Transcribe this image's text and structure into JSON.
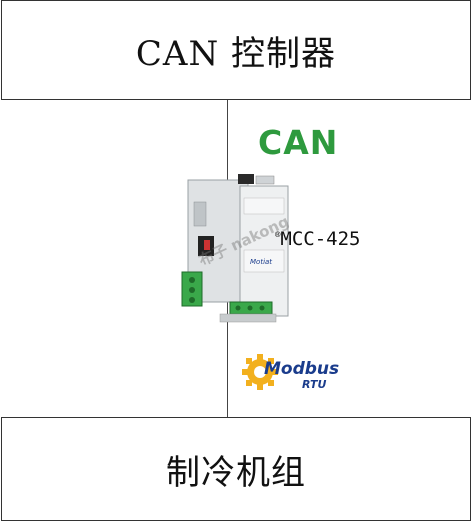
{
  "top_box": {
    "title": "CAN 控制器"
  },
  "bottom_box": {
    "title": "制冷机组"
  },
  "can_logo": {
    "text": "CAN"
  },
  "device": {
    "model": "MCC-425",
    "watermark": "布子 nakong"
  },
  "modbus_logo": {
    "text1": "Modbus",
    "text2": "RTU"
  },
  "colors": {
    "can_green": "#2e9a3e",
    "modbus_blue": "#1a3c8c",
    "gear_yellow": "#f2b01e",
    "terminal_green": "#3aa84a"
  }
}
